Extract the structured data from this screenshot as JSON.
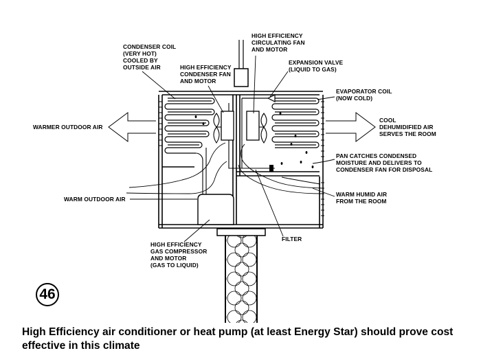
{
  "labels": {
    "condenser_coil": [
      "CONDENSER COIL",
      "(VERY HOT)",
      "COOLED BY",
      "OUTSIDE AIR"
    ],
    "condenser_fan": [
      "HIGH EFFICIENCY",
      "CONDENSER FAN",
      "AND MOTOR"
    ],
    "circulating_fan": [
      "HIGH EFFICIENCY",
      "CIRCULATING FAN",
      "AND MOTOR"
    ],
    "expansion_valve": [
      "EXPANSION VALVE",
      "(LIQUID TO GAS)"
    ],
    "evaporator_coil": [
      "EVAPORATOR COIL",
      "(NOW COLD)"
    ],
    "cool_air": [
      "COOL",
      "DEHUMIDIFIED AIR",
      "SERVES THE ROOM"
    ],
    "warmer_outdoor_air": [
      "WARMER OUTDOOR AIR"
    ],
    "pan": [
      "PAN CATCHES CONDENSED",
      "MOISTURE AND DELIVERS TO",
      "CONDENSER FAN FOR DISPOSAL"
    ],
    "warm_humid_air": [
      "WARM HUMID AIR",
      "FROM THE ROOM"
    ],
    "warm_outdoor_air": [
      "WARM OUTDOOR AIR"
    ],
    "compressor": [
      "HIGH EFFICIENCY",
      "GAS COMPRESSOR",
      "AND MOTOR",
      "(GAS TO LIQUID)"
    ],
    "filter": [
      "FILTER"
    ]
  },
  "badge": "46",
  "caption": "High Efficiency air conditioner or heat pump (at least Energy Star) should prove cost effective in this climate"
}
